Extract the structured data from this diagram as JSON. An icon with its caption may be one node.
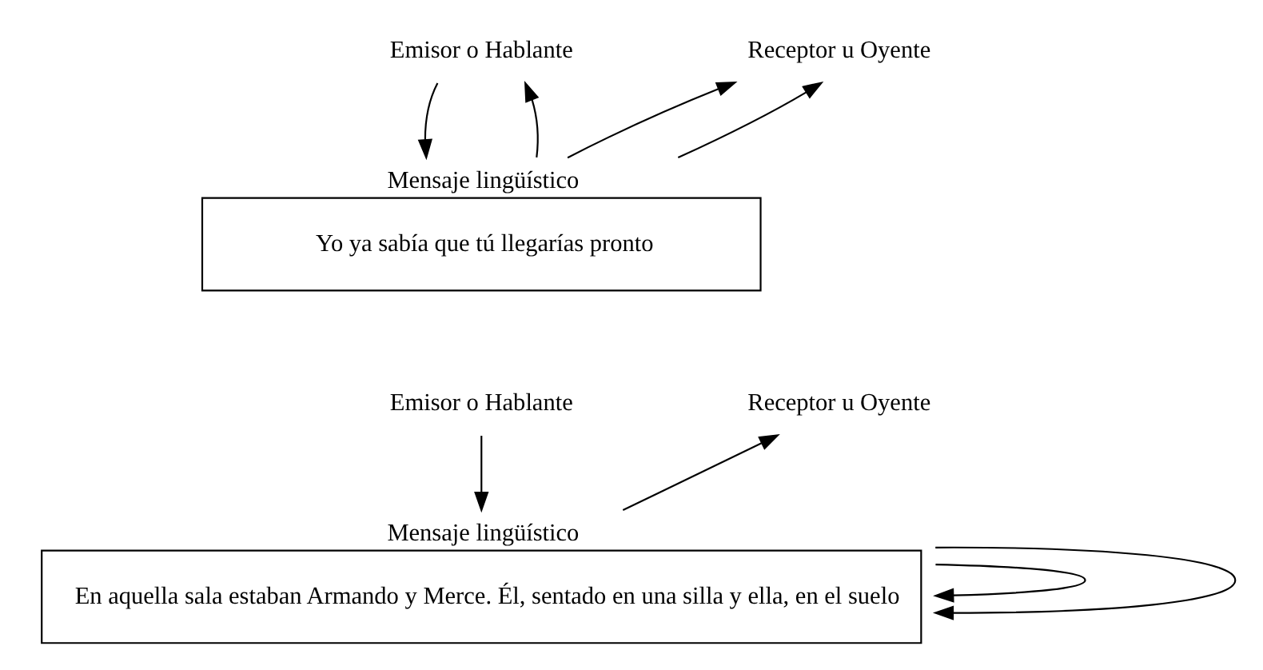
{
  "diagram": {
    "nodes": [
      {
        "text": [
          "Emisor o Hablante"
        ]
      },
      {
        "text": [
          "Receptor u Oyente"
        ]
      },
      {
        "text": [
          "Mensaje lingüístico",
          "Yo ya sabía que tú llegarías pronto"
        ]
      },
      {
        "text": [
          "Emisor o Hablante"
        ]
      },
      {
        "text": [
          "Receptor u Oyente"
        ]
      },
      {
        "text": [
          "Mensaje lingüístico",
          "En aquella sala estaban Armando y Merce. Él, sentado en una silla y ella, en el suelo"
        ]
      }
    ],
    "edges": [
      {
        "from": 0,
        "to": 2,
        "arrow": "to"
      },
      {
        "from": 2,
        "to": 0,
        "arrow": "to"
      },
      {
        "from": 2,
        "to": 1,
        "arrow": "to"
      },
      {
        "from": 2,
        "to": 1,
        "arrow": "to"
      },
      {
        "from": 3,
        "to": 5,
        "arrow": "to"
      },
      {
        "from": 5,
        "to": 4,
        "arrow": "to"
      },
      {
        "from": 5,
        "to": 5,
        "arrow": "to"
      },
      {
        "from": 5,
        "to": 5,
        "arrow": "to"
      }
    ]
  }
}
